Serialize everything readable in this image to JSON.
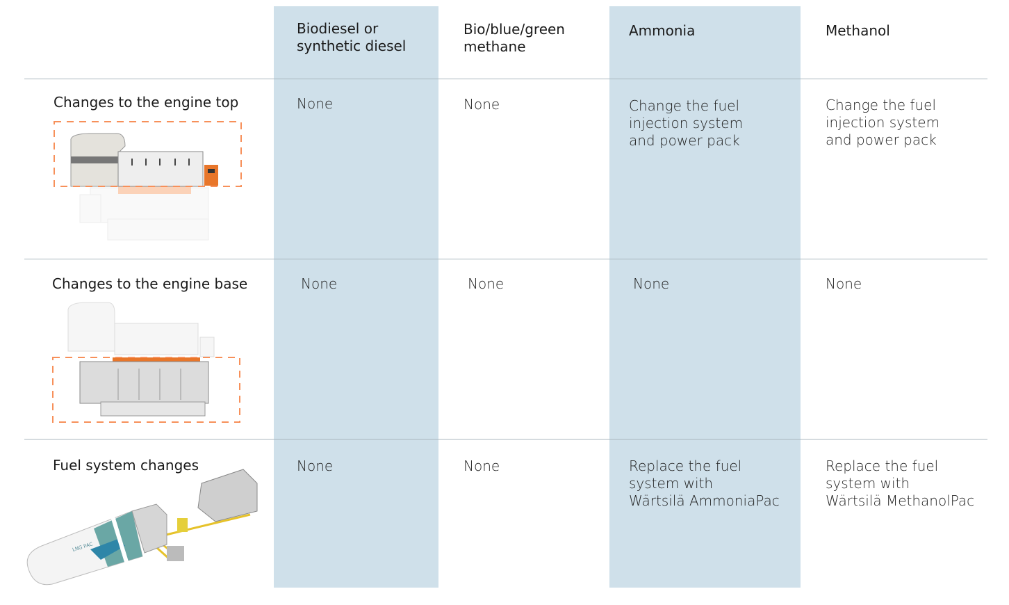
{
  "columns": [
    "Biodiesel or\nsynthetic diesel",
    "Bio/blue/green\nmethane",
    "Ammonia",
    "Methanol"
  ],
  "rows": [
    {
      "label": "Changes to the engine top",
      "cells": [
        "None",
        "None",
        "Change the fuel\ninjection system\nand power pack",
        "Change the fuel\ninjection system\nand power pack"
      ]
    },
    {
      "label": "Changes to the engine base",
      "cells": [
        "None",
        "None",
        "None",
        "None"
      ]
    },
    {
      "label": "Fuel system changes",
      "cells": [
        "None",
        "None",
        "Replace the fuel\nsystem with\nWärtsilä AmmoniaPac",
        "Replace the fuel\nsystem with\nWärtsilä MethanolPac"
      ]
    }
  ],
  "tank_label": "LNG PAC",
  "colors": {
    "shade": "#cfe0ea",
    "highlight": "#f7905a"
  }
}
